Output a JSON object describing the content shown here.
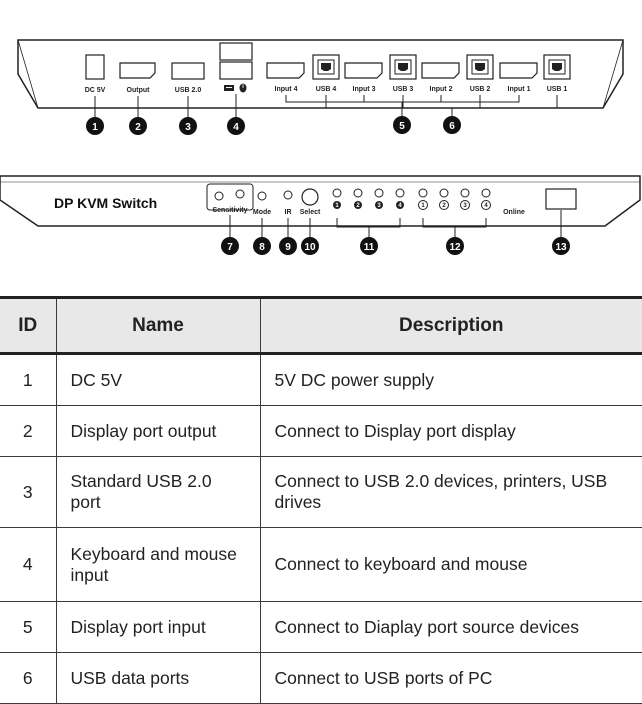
{
  "rear_panel": {
    "port_labels": {
      "dc5v": "DC 5V",
      "output": "Output",
      "usb20": "USB 2.0",
      "input4": "Input 4",
      "usb4": "USB 4",
      "input3": "Input 3",
      "usb3": "USB 3",
      "input2": "Input 2",
      "usb2": "USB 2",
      "input1": "Input 1",
      "usb1": "USB 1"
    },
    "callouts": [
      "1",
      "2",
      "3",
      "4",
      "5",
      "6"
    ]
  },
  "front_panel": {
    "title": "DP KVM Switch",
    "labels": {
      "sensitivity": "Sensitivity",
      "mode": "Mode",
      "ir": "IR",
      "select": "Select",
      "online": "Online"
    },
    "led_digits": [
      "1",
      "2",
      "3",
      "4"
    ],
    "callouts": [
      "7",
      "8",
      "9",
      "10",
      "11",
      "12",
      "13"
    ]
  },
  "table": {
    "headers": {
      "id": "ID",
      "name": "Name",
      "description": "Description"
    },
    "rows": [
      {
        "id": "1",
        "name": "DC 5V",
        "description": "5V DC power supply"
      },
      {
        "id": "2",
        "name": "Display port output",
        "description": "Connect to Display port display"
      },
      {
        "id": "3",
        "name": "Standard USB 2.0 port",
        "description": "Connect to USB 2.0 devices, printers, USB drives"
      },
      {
        "id": "4",
        "name": "Keyboard and mouse input",
        "description": "Connect to keyboard and mouse"
      },
      {
        "id": "5",
        "name": "Display port input",
        "description": "Connect to Diaplay port source devices"
      },
      {
        "id": "6",
        "name": "USB data ports",
        "description": "Connect to USB ports of PC"
      }
    ]
  },
  "colors": {
    "ink": "#222222",
    "header_bg": "#e8e8e8",
    "callout": "#111111"
  }
}
